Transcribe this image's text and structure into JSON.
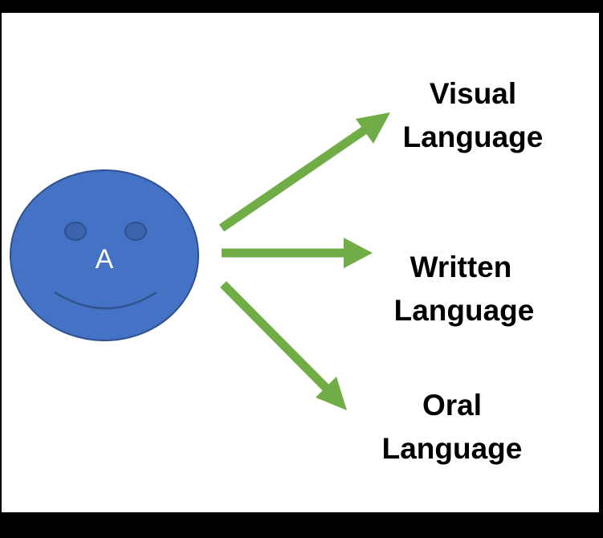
{
  "face": {
    "letter": "A"
  },
  "targets": [
    {
      "line1": "Visual",
      "line2": "Language"
    },
    {
      "line1": "Written",
      "line2": "Language"
    },
    {
      "line1": "Oral",
      "line2": "Language"
    }
  ],
  "colors": {
    "face_fill": "#4472C4",
    "face_stroke": "#2F528F",
    "arrow": "#70AD47",
    "text": "#000000",
    "frame": "#000000"
  }
}
